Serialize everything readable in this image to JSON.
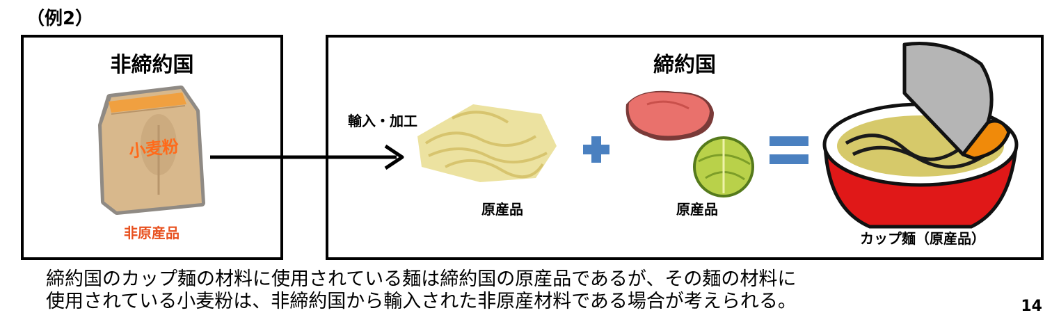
{
  "example_label": "（例2）",
  "left_box": {
    "title": "非締約国",
    "bag_text": "小麦粉",
    "item_label": "非原産品"
  },
  "right_box": {
    "title": "締約国",
    "process_label": "輸入・加工",
    "noodle_label": "原産品",
    "ingredients_label": "原産品",
    "product_label": "カップ麺（原産品）"
  },
  "caption": {
    "line1": "締約国のカップ麺の材料に使用されている麺は締約国の原産品であるが、その麺の材料に",
    "line2": "使用されている小麦粉は、非締約国から輸入された非原産材料である場合が考えられる。"
  },
  "page_number": "14",
  "colors": {
    "non_origin_label": "#e8501e",
    "plus_equals": "#4a80c0",
    "bowl": "#e01818",
    "bag": "#d6b48a",
    "noodle": "#eee6a0"
  }
}
